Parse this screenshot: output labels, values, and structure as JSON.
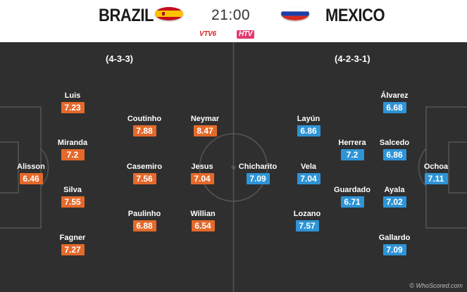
{
  "header": {
    "home_team": "BRAZIL",
    "away_team": "MEXICO",
    "kickoff_time": "21:00",
    "broadcaster_1": "VTV6",
    "broadcaster_2": "HTV"
  },
  "colors": {
    "pitch": "#2f2f2f",
    "home_rating": "#e4692a",
    "away_rating": "#2e94d6"
  },
  "flags": {
    "home": "spain-flag-icon",
    "away": "russia-flag-icon"
  },
  "home": {
    "formation": "(4-3-3)",
    "players": [
      {
        "name": "Alisson",
        "rating": "6.46"
      },
      {
        "name": "Luis",
        "rating": "7.23"
      },
      {
        "name": "Miranda",
        "rating": "7.2"
      },
      {
        "name": "Silva",
        "rating": "7.55"
      },
      {
        "name": "Fagner",
        "rating": "7.27"
      },
      {
        "name": "Coutinho",
        "rating": "7.88"
      },
      {
        "name": "Casemiro",
        "rating": "7.56"
      },
      {
        "name": "Paulinho",
        "rating": "6.88"
      },
      {
        "name": "Neymar",
        "rating": "8.47"
      },
      {
        "name": "Jesus",
        "rating": "7.04"
      },
      {
        "name": "Willian",
        "rating": "6.54"
      }
    ]
  },
  "away": {
    "formation": "(4-2-3-1)",
    "players": [
      {
        "name": "Ochoa",
        "rating": "7.11"
      },
      {
        "name": "Álvarez",
        "rating": "6.68"
      },
      {
        "name": "Salcedo",
        "rating": "6.86"
      },
      {
        "name": "Ayala",
        "rating": "7.02"
      },
      {
        "name": "Gallardo",
        "rating": "7.09"
      },
      {
        "name": "Herrera",
        "rating": "7.2"
      },
      {
        "name": "Guardado",
        "rating": "6.71"
      },
      {
        "name": "Layún",
        "rating": "6.86"
      },
      {
        "name": "Vela",
        "rating": "7.04"
      },
      {
        "name": "Lozano",
        "rating": "7.57"
      },
      {
        "name": "Chicharito",
        "rating": "7.09"
      }
    ]
  },
  "credit": "© WhoScored.com"
}
